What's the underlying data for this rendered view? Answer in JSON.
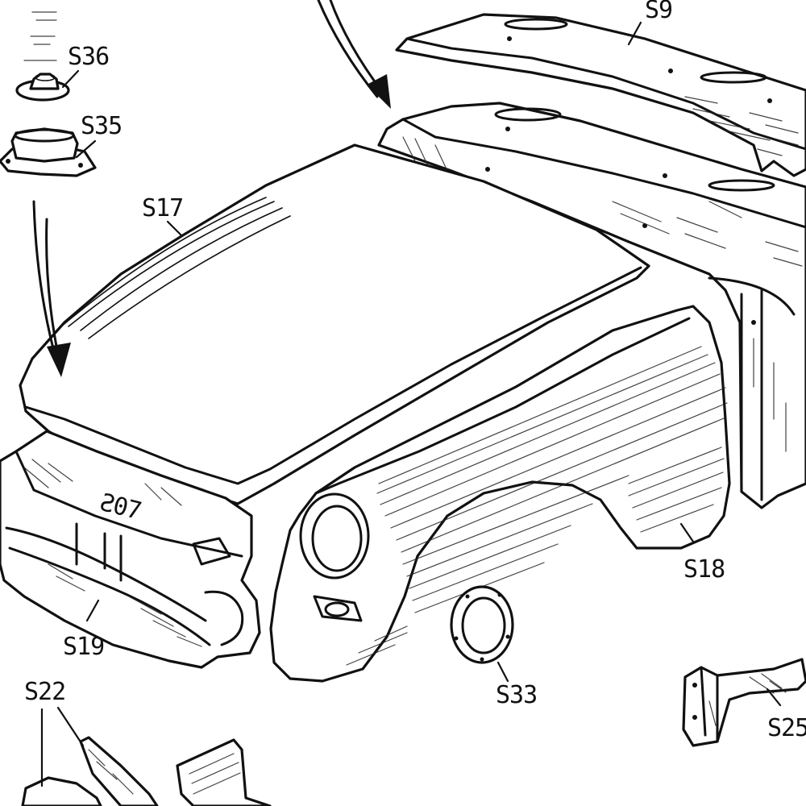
{
  "diagram": {
    "labels": {
      "s9": "S9",
      "s36": "S36",
      "s35": "S35",
      "s17": "S17",
      "s18": "S18",
      "s19": "S19",
      "s22": "S22",
      "s33": "S33",
      "s25": "S25",
      "stamp_text": "Ƨ07"
    }
  }
}
